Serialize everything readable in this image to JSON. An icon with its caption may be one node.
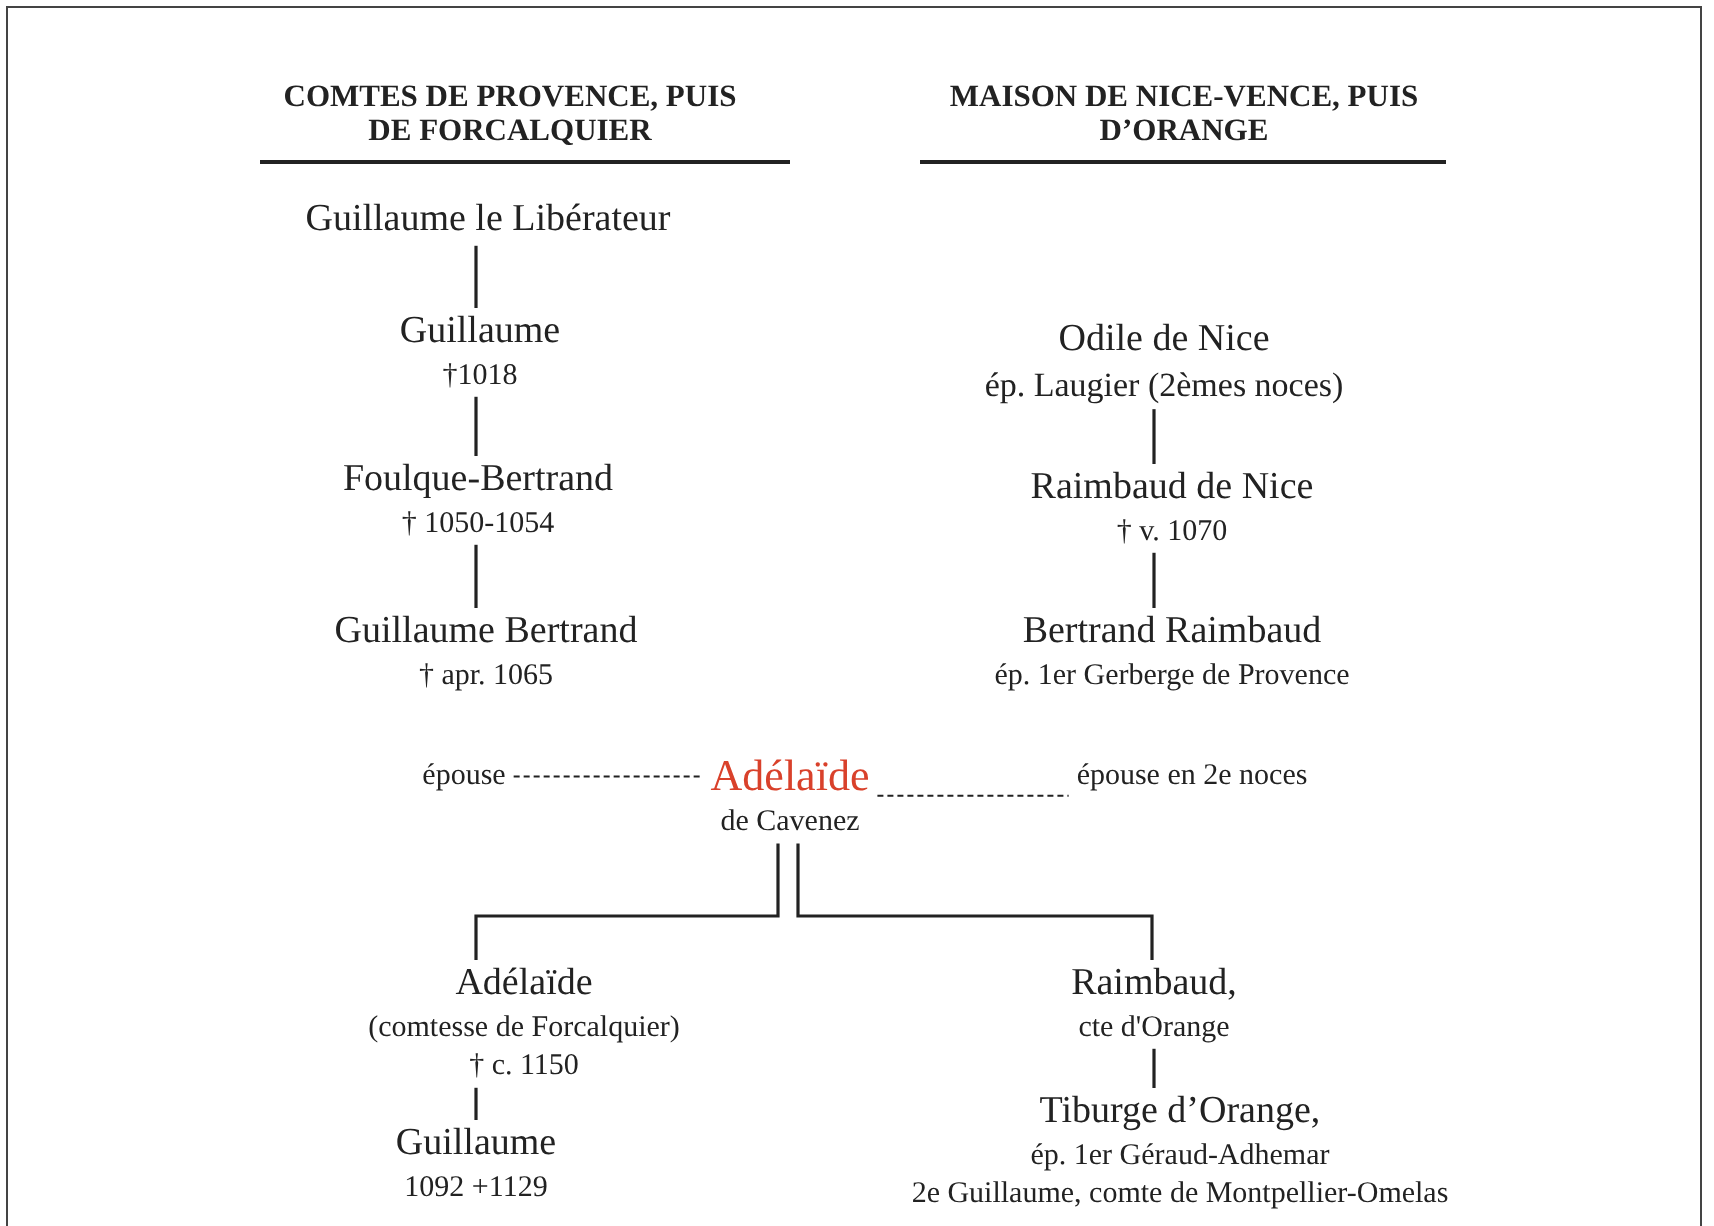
{
  "diagram": {
    "nodes": [
      {
        "text": [
          "Guillaume le Libérateur"
        ]
      },
      {
        "text": [
          "Guillaume",
          "†1018"
        ]
      },
      {
        "text": [
          "Foulque-Bertrand",
          "† 1050-1054"
        ]
      },
      {
        "text": [
          "Guillaume Bertrand",
          "† apr. 1065"
        ]
      },
      {
        "text": [
          "Odile de Nice",
          "ép. Laugier (2èmes noces)"
        ]
      },
      {
        "text": [
          "Raimbaud de Nice",
          "† v. 1070"
        ]
      },
      {
        "text": [
          "Bertrand Raimbaud",
          "ép.  1er Gerberge de Provence"
        ]
      },
      {
        "text": [
          "épouse"
        ]
      },
      {
        "text": [
          "Adélaïde",
          "de Cavenez"
        ]
      },
      {
        "text": [
          "épouse en 2e noces"
        ]
      },
      {
        "text": [
          "Adélaïde",
          "(comtesse de Forcalquier)",
          "† c. 1150"
        ]
      },
      {
        "text": [
          "Guillaume",
          "1092 +1129"
        ]
      },
      {
        "text": [
          "Raimbaud,",
          "cte d'Orange"
        ]
      },
      {
        "text": [
          "Tiburge d’Orange,",
          "ép. 1er Géraud-Adhemar",
          "2e Guillaume, comte de Montpellier-Omelas"
        ]
      }
    ],
    "edges": [
      {
        "from": 0,
        "to": 1,
        "arrow": "none"
      },
      {
        "from": 1,
        "to": 2,
        "arrow": "none"
      },
      {
        "from": 2,
        "to": 3,
        "arrow": "none"
      },
      {
        "from": 4,
        "to": 5,
        "arrow": "none"
      },
      {
        "from": 5,
        "to": 6,
        "arrow": "none"
      },
      {
        "from": 7,
        "to": 8,
        "arrow": "none",
        "style": "dashed"
      },
      {
        "from": 8,
        "to": 9,
        "arrow": "none",
        "style": "dashed"
      },
      {
        "from": 8,
        "to": 10,
        "arrow": "none"
      },
      {
        "from": 8,
        "to": 12,
        "arrow": "none"
      },
      {
        "from": 10,
        "to": 11,
        "arrow": "none"
      },
      {
        "from": 12,
        "to": 13,
        "arrow": "none"
      }
    ],
    "labels": [
      "COMTES DE PROVENCE, PUIS DE FORCALQUIER",
      "MAISON DE NICE-VENCE, PUIS D’ORANGE"
    ]
  }
}
